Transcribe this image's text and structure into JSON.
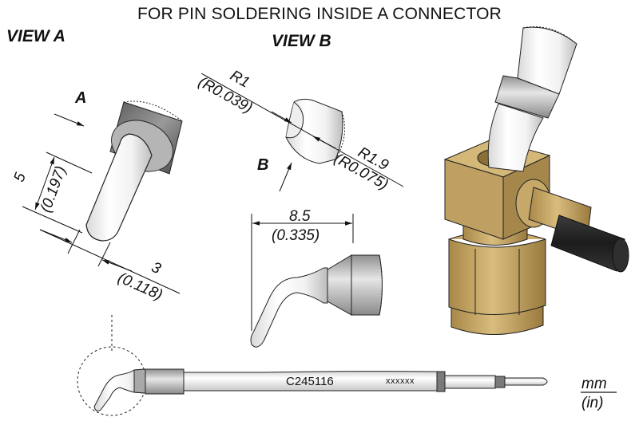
{
  "title": "FOR PIN SOLDERING INSIDE A CONNECTOR",
  "views": {
    "view_a": {
      "label": "VIEW A",
      "arrow_letter": "A"
    },
    "view_b": {
      "label": "VIEW B",
      "arrow_letter": "B"
    }
  },
  "dimensions": {
    "length": {
      "mm": "5",
      "in": "(0.197)"
    },
    "width": {
      "mm": "3",
      "in": "(0.118)"
    },
    "radius_inner": {
      "mm": "R1",
      "in": "(R0.039)"
    },
    "radius_outer": {
      "mm": "R1.9",
      "in": "(R0.075)"
    },
    "offset": {
      "mm": "8.5",
      "in": "(0.335)"
    }
  },
  "cartridge": {
    "model": "C245116",
    "marking": "xxxxxx"
  },
  "units": {
    "primary": "mm",
    "secondary": "(in)"
  },
  "colors": {
    "brass": "#c8a865",
    "brass_dark": "#8a6d35",
    "tip_steel": "#9a9a9a",
    "tip_silver": "#f0f0f0",
    "rubber": "#2a2a2a"
  }
}
